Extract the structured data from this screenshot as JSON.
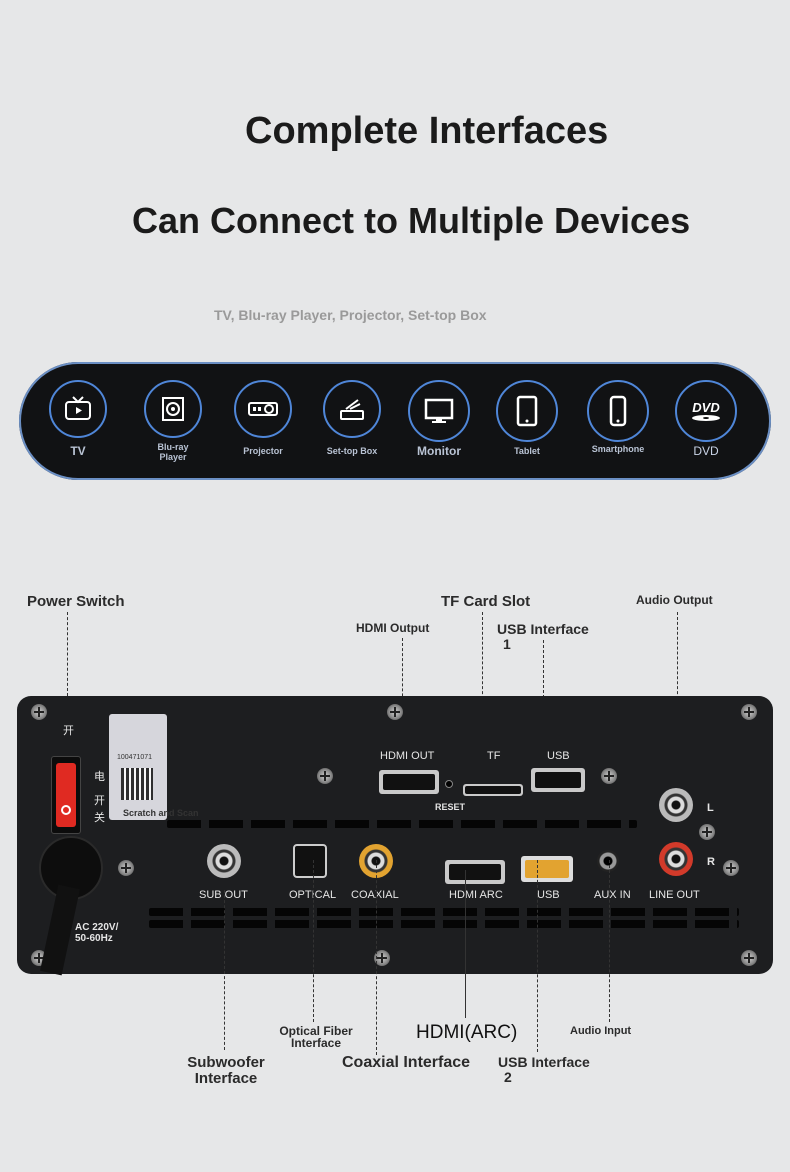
{
  "header": {
    "title": "Complete Interfaces",
    "subtitle": "Can Connect to Multiple Devices",
    "devices_line": "TV, Blu-ray Player, Projector, Set-top Box"
  },
  "devices": [
    {
      "label": "TV",
      "icon": "tv-icon"
    },
    {
      "label": "Blu-ray Player",
      "icon": "bluray-icon"
    },
    {
      "label": "Projector",
      "icon": "projector-icon"
    },
    {
      "label": "Set-top Box",
      "icon": "settop-box-icon"
    },
    {
      "label": "Monitor",
      "icon": "monitor-icon"
    },
    {
      "label": "Tablet",
      "icon": "tablet-icon"
    },
    {
      "label": "Smartphone",
      "icon": "smartphone-icon"
    },
    {
      "label": "DVD",
      "icon": "dvd-icon"
    }
  ],
  "callouts_top": {
    "power_switch": "Power Switch",
    "hdmi_output": "HDMI Output",
    "tf_card_slot": "TF Card Slot",
    "usb_interface_1": "USB Interface",
    "usb_interface_1_num": "1",
    "audio_output": "Audio Output"
  },
  "callouts_bottom": {
    "optical": "Optical Fiber Interface",
    "hdmi_arc": "HDMI(ARC)",
    "audio_input": "Audio Input",
    "subwoofer": "Subwoofer Interface",
    "coaxial": "Coaxial Interface",
    "usb_interface_2": "USB Interface",
    "usb_interface_2_num": "2"
  },
  "panel": {
    "hdmi_out": "HDMI OUT",
    "tf": "TF",
    "usb_top": "USB",
    "reset": "RESET",
    "l": "L",
    "r": "R",
    "subout": "SUB OUT",
    "optical": "OPTICAL",
    "coaxial": "COAXIAL",
    "hdmi_arc": "HDMI ARC",
    "usb_bottom": "USB",
    "aux_in": "AUX IN",
    "line_out": "LINE OUT",
    "power_rating": "AC 220V/ 50-60Hz",
    "switch_char_1": "开",
    "switch_char_2": "关",
    "switch_side_1": "电",
    "switch_side_2": "开",
    "switch_side_3": "关",
    "sticker_code": "100471071",
    "sticker_text": "Scratch and Scan"
  }
}
